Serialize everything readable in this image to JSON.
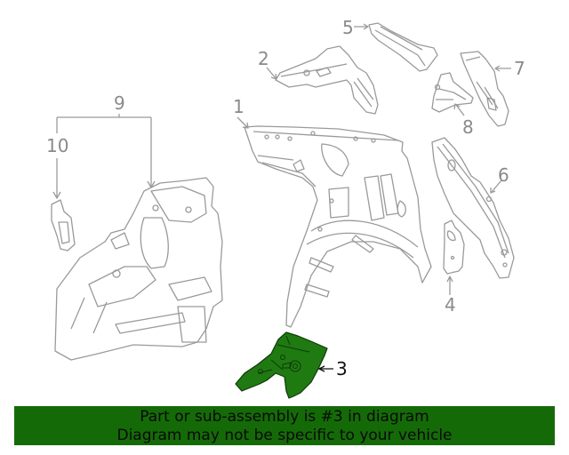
{
  "diagram": {
    "highlighted_part": "3",
    "colors": {
      "line": "#9a9a9a",
      "highlight_fill": "#1f7a12",
      "highlight_stroke": "#0f3a08",
      "active_label": "#111111",
      "inactive_label": "#8a8a8a"
    },
    "callouts": [
      {
        "id": "1",
        "label": "1"
      },
      {
        "id": "2",
        "label": "2"
      },
      {
        "id": "3",
        "label": "3"
      },
      {
        "id": "4",
        "label": "4"
      },
      {
        "id": "5",
        "label": "5"
      },
      {
        "id": "6",
        "label": "6"
      },
      {
        "id": "7",
        "label": "7"
      },
      {
        "id": "8",
        "label": "8"
      },
      {
        "id": "9",
        "label": "9"
      },
      {
        "id": "10",
        "label": "10"
      }
    ]
  },
  "banner": {
    "line1": "Part or sub-assembly is #3 in diagram",
    "line2": "Diagram may not be specific to your vehicle",
    "background": "#156a08"
  }
}
